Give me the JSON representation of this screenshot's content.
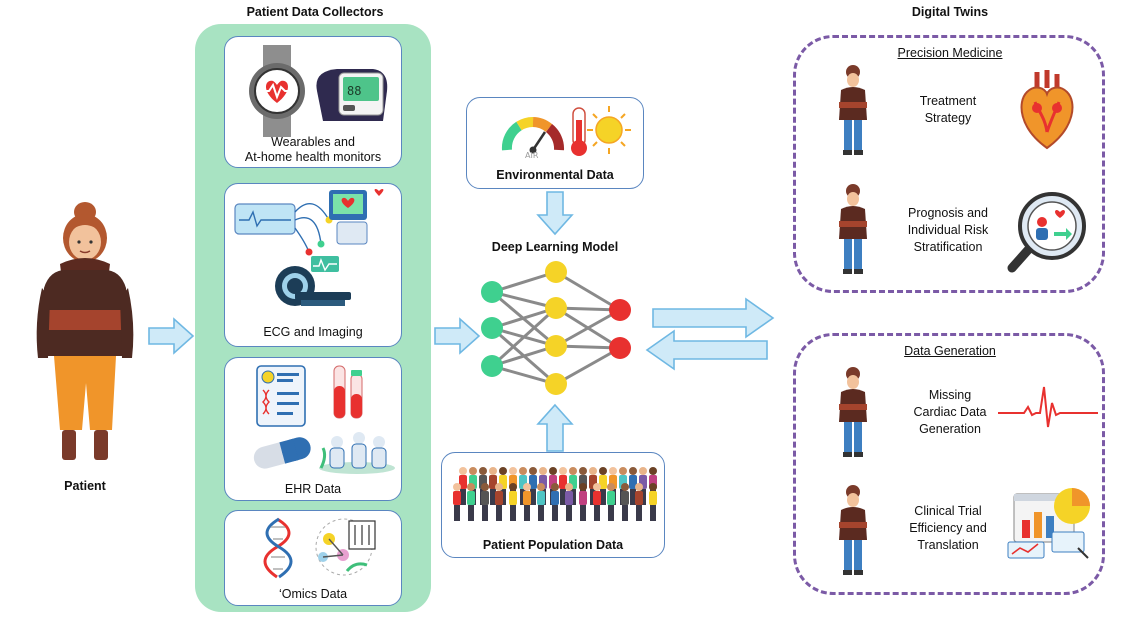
{
  "labels": {
    "patient": "Patient",
    "collectors_title": "Patient Data Collectors",
    "digital_twins_title": "Digital Twins",
    "deep_learning": "Deep Learning Model",
    "environmental": "Environmental Data",
    "population": "Patient Population Data",
    "air": "AIR"
  },
  "collectors": [
    {
      "label": "Wearables and\nAt-home health monitors"
    },
    {
      "label": "ECG and Imaging"
    },
    {
      "label": "EHR Data"
    },
    {
      "label": "‘Omics Data"
    }
  ],
  "twins": {
    "precision": {
      "title": "Precision Medicine",
      "items": [
        {
          "text": "Treatment\nStrategy"
        },
        {
          "text": "Prognosis and\nIndividual Risk\nStratification"
        }
      ]
    },
    "generation": {
      "title": "Data Generation",
      "items": [
        {
          "text": "Missing\nCardiac Data\nGeneration"
        },
        {
          "text": "Clinical Trial\nEfficiency and\nTranslation"
        }
      ]
    }
  },
  "colors": {
    "panel_green": "#a8e3c2",
    "card_border": "#5a86c0",
    "arrow_fill": "#cfeaf8",
    "arrow_stroke": "#6fb8e3",
    "dash_purple": "#7b5aa6",
    "node_green": "#3fd08f",
    "node_yellow": "#f5d327",
    "node_red": "#e8312f",
    "sweater_brown": "#7a3a2a",
    "pants_orange": "#f0952a"
  }
}
